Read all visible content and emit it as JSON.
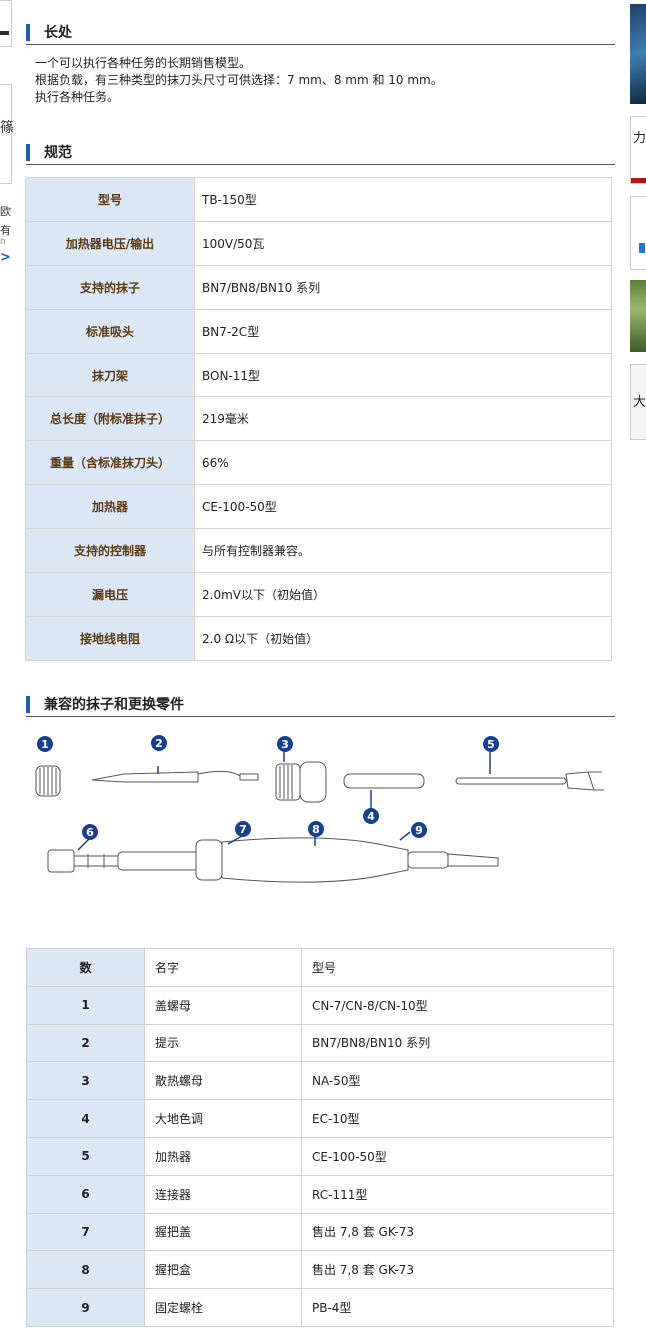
{
  "left_strip": {
    "glyph1": "篠",
    "glyph2": "n",
    "arrow": ">",
    "text1": "欧",
    "text2": "有"
  },
  "right_strip": {
    "glyph1": "力",
    "glyph2": "大"
  },
  "advantages": {
    "title": "长处",
    "lines": [
      "一个可以执行各种任务的长期销售模型。",
      "根据负载，有三种类型的抹刀头尺寸可供选择：7 mm、8 mm 和 10 mm。",
      "执行各种任务。"
    ]
  },
  "specs": {
    "title": "规范",
    "rows": [
      {
        "key": "型号",
        "value": "TB-150型"
      },
      {
        "key": "加热器电压/输出",
        "value": "100V/50瓦"
      },
      {
        "key": "支持的抹子",
        "value": "BN7/BN8/BN10 系列"
      },
      {
        "key": "标准吸头",
        "value": "BN7-2C型"
      },
      {
        "key": "抹刀架",
        "value": "BON-11型"
      },
      {
        "key": "总长度（附标准抹子）",
        "value": "219毫米"
      },
      {
        "key": "重量（含标准抹刀头）",
        "value": "66%"
      },
      {
        "key": "加热器",
        "value": "CE-100-50型"
      },
      {
        "key": "支持的控制器",
        "value": "与所有控制器兼容。"
      },
      {
        "key": "漏电压",
        "value": "2.0mV以下（初始值）"
      },
      {
        "key": "接地线电阻",
        "value": "2.0 Ω以下（初始值）"
      }
    ]
  },
  "parts": {
    "title": "兼容的抹子和更换零件",
    "diagram_numbers": [
      "1",
      "2",
      "3",
      "4",
      "5",
      "6",
      "7",
      "8",
      "9"
    ],
    "header": {
      "num": "数",
      "name": "名字",
      "model": "型号"
    },
    "rows": [
      {
        "num": "1",
        "name": "盖螺母",
        "model": "CN-7/CN-8/CN-10型"
      },
      {
        "num": "2",
        "name": "提示",
        "model": "BN7/BN8/BN10 系列"
      },
      {
        "num": "3",
        "name": "散热螺母",
        "model": "NA-50型"
      },
      {
        "num": "4",
        "name": "大地色调",
        "model": "EC-10型"
      },
      {
        "num": "5",
        "name": "加热器",
        "model": "CE-100-50型"
      },
      {
        "num": "6",
        "name": "连接器",
        "model": "RC-111型"
      },
      {
        "num": "7",
        "name": "握把盖",
        "model": "售出 7,8 套 GK-73"
      },
      {
        "num": "8",
        "name": "握把盒",
        "model": "售出 7,8 套 GK-73"
      },
      {
        "num": "9",
        "name": "固定螺栓",
        "model": "PB-4型"
      }
    ]
  },
  "colors": {
    "accent": "#1d5fb0",
    "key_bg": "#dde8f7",
    "key_text": "#5a3a14",
    "marker": "#1b3f8f"
  }
}
